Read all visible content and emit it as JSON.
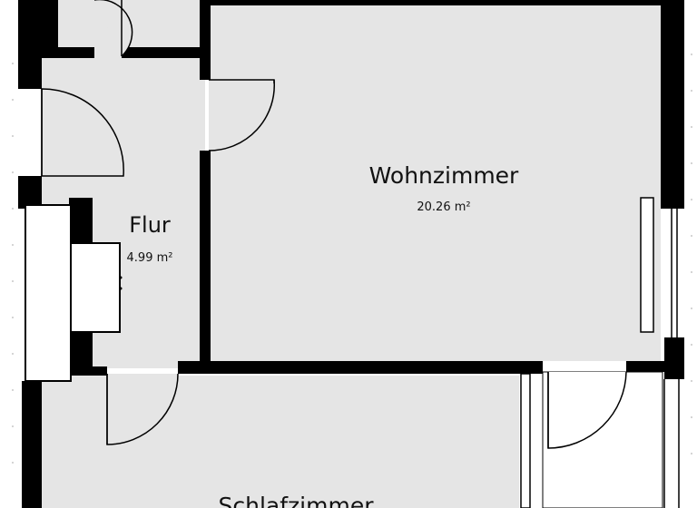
{
  "plan": {
    "colors": {
      "floor": "#e5e5e5",
      "wall": "#000000",
      "background": "#ffffff",
      "text": "#111111",
      "door_swing": "#000000",
      "window": "#ffffff",
      "grid_dot": "#c8c8c8"
    },
    "rooms": [
      {
        "name": "Wohnzimmer",
        "area": "20.26 m²"
      },
      {
        "name": "Flur",
        "area": "4.99 m²"
      },
      {
        "name": "Schlafzimmer",
        "area": ""
      }
    ]
  }
}
